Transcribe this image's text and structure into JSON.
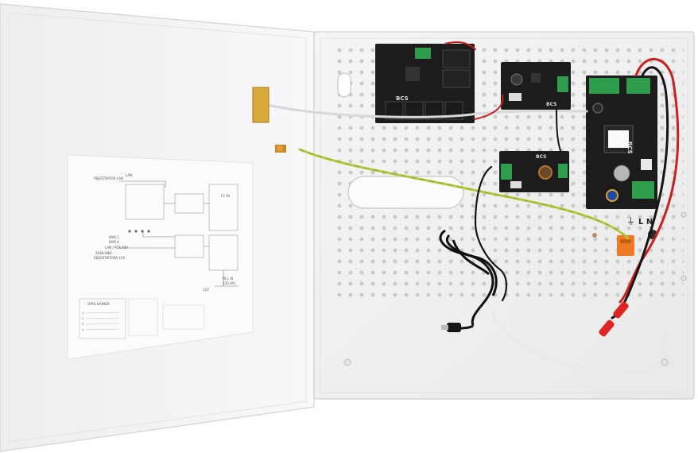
{
  "door_diagram": {
    "rejestrator_lan": "REJESTRATOR LAN",
    "lan": "LAN",
    "kam1": "KAM 1",
    "kam4": "KAM 4",
    "lan_poe": "LAN / POE 48V",
    "zasilanie": "ZASILANIE",
    "rejestratora": "REJESTRATORA 12V",
    "fuse_label": "F2 3A",
    "psu_label": "PE L N",
    "voltage": "230 VAC",
    "out_12v": "12V",
    "opis_kamer": "OPIS KAMER",
    "rows": [
      "1",
      "2",
      "3",
      "4"
    ]
  },
  "panel_labels": {
    "brand": "BCS",
    "terminal": "L N",
    "earth_symbol": "⏚"
  },
  "colors": {
    "enclosure": "#f1f1f1",
    "board": "#1c1c1c",
    "terminal_green": "#2e9e4c",
    "wire_red": "#cc1f1f",
    "wire_black": "#151515",
    "wire_yellow_green": "#b7c93a"
  }
}
